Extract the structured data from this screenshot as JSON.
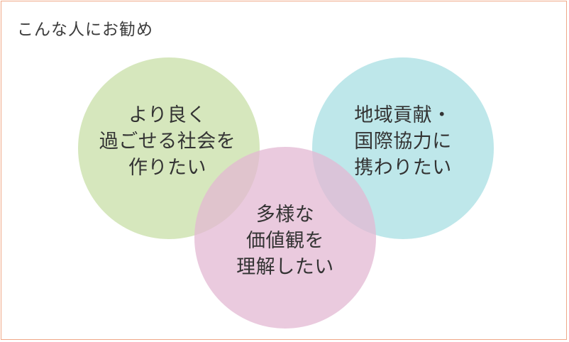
{
  "title": "こんな人にお勧め",
  "circles": [
    {
      "id": "a",
      "lines": [
        "より良く",
        "過ごせる社会を",
        "作りたい"
      ],
      "color": "#cfe3b1"
    },
    {
      "id": "b",
      "lines": [
        "地域貢献・",
        "国際協力に",
        "携わりたい"
      ],
      "color": "#b3e3e6"
    },
    {
      "id": "c",
      "lines": [
        "多様な",
        "価値観を",
        "理解したい"
      ],
      "color": "#e3b8d3"
    }
  ],
  "colors": {
    "border": "#f0a888",
    "text": "#333333"
  }
}
